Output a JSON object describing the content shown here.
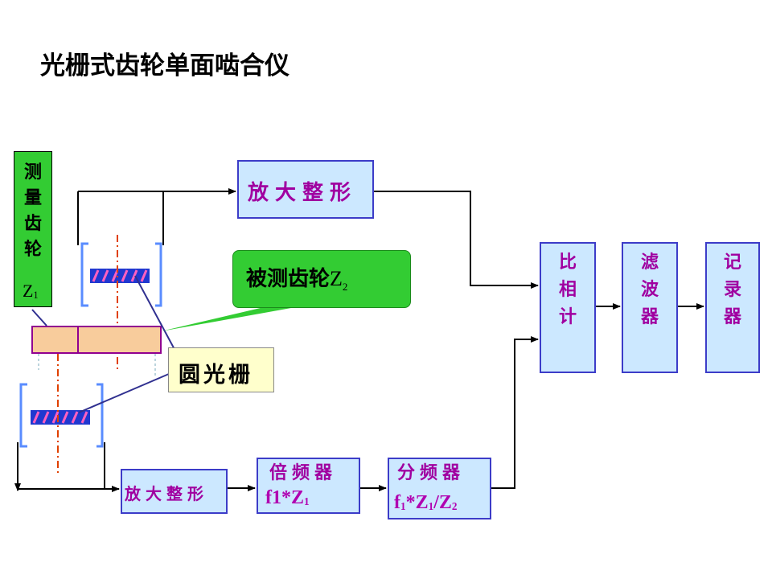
{
  "title": "光栅式齿轮单面啮合仪",
  "boxes": {
    "amp_top": "放大整形",
    "amp_bottom": "放大整形",
    "multiplier": "倍频器",
    "divider": "分频器",
    "comparator": "比相计",
    "filter": "滤波器",
    "recorder": "记录器"
  },
  "formulas": {
    "multiplier": {
      "f": "f1*Z",
      "sub": "1"
    },
    "divider": {
      "f": "f",
      "sub1": "1",
      "mid": "*Z",
      "sub2": "1",
      "slash": "/Z",
      "sub3": "2"
    }
  },
  "labels": {
    "measuring_gear": "测量齿轮",
    "measuring_gear_z": "Z",
    "measuring_gear_z_sub": "1",
    "gear_under_test": "被测齿轮",
    "gear_under_test_z": "Z",
    "gear_under_test_z_sub": "2",
    "circular_grating": "圆光栅"
  },
  "colors": {
    "box_fill": "#cce8ff",
    "box_border": "#3c3cc8",
    "text_purple": "#a000a0",
    "callout_green": "#33cc33",
    "callout_yellow": "#ffffcc",
    "gear_fill": "#f8cc9c",
    "center_line": "#e04000"
  }
}
